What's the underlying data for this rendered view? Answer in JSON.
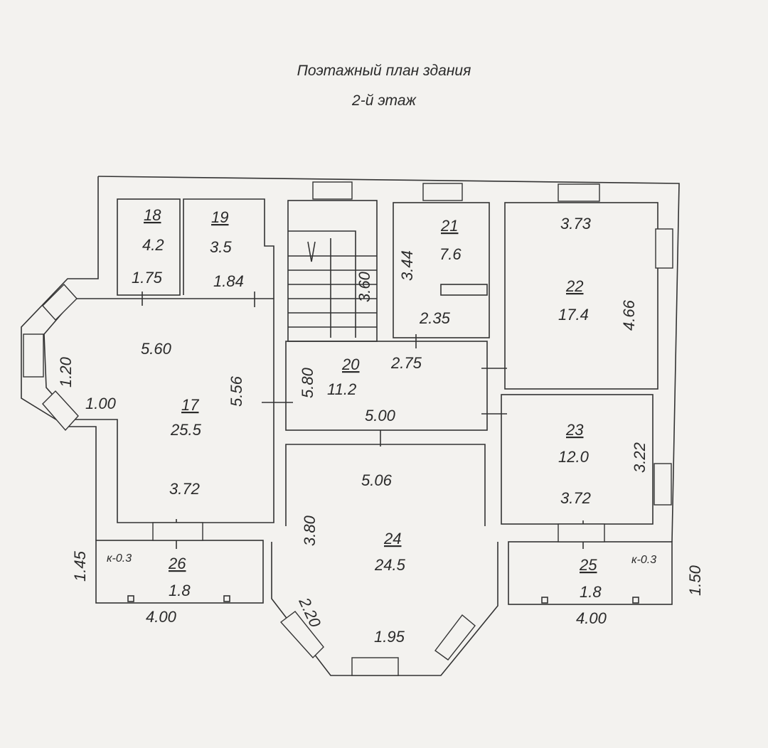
{
  "title": {
    "line1": "Поэтажный план здания",
    "line2": "2-й этаж"
  },
  "rooms": [
    {
      "number": "17",
      "area": "25.5"
    },
    {
      "number": "18",
      "area": "4.2"
    },
    {
      "number": "19",
      "area": "3.5"
    },
    {
      "number": "20",
      "area": "11.2"
    },
    {
      "number": "21",
      "area": "7.6"
    },
    {
      "number": "22",
      "area": "17.4"
    },
    {
      "number": "23",
      "area": "12.0"
    },
    {
      "number": "24",
      "area": "24.5"
    },
    {
      "number": "25",
      "area": "1.8"
    },
    {
      "number": "26",
      "area": "1.8"
    }
  ],
  "dimensions": {
    "r18_width": "1.75",
    "r19_width": "1.84",
    "r17_top": "5.60",
    "r17_side": "5.56",
    "r17_bay_side": "1.20",
    "r17_bay_depth": "1.00",
    "r17_bottom": "3.72",
    "stair_len": "3.60",
    "r20_side": "5.80",
    "r20_top": "2.75",
    "r20_bottom": "5.00",
    "r21_side": "3.44",
    "r21_bottom": "2.35",
    "r22_top": "3.73",
    "r22_side": "4.66",
    "r23_side": "3.22",
    "r23_bottom": "3.72",
    "r24_top": "5.06",
    "r24_side": "3.80",
    "r24_bay_side": "2.20",
    "r24_bay_bottom": "1.95",
    "r26_side": "1.45",
    "r26_bottom": "4.00",
    "r25_side": "1.50",
    "r25_bottom": "4.00"
  },
  "porch_notes": {
    "left": "к-0.3",
    "right": "к-0.3"
  }
}
